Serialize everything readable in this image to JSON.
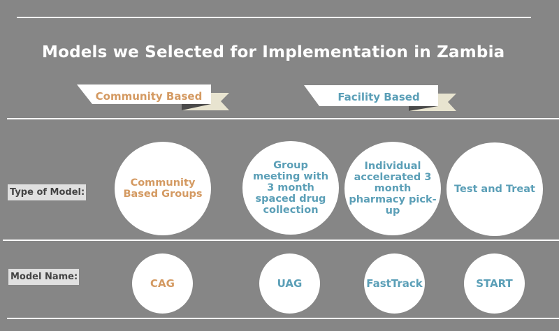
{
  "title": "Models we Selected for Implementation in Zambia",
  "colors": {
    "background": "#868686",
    "community": "#d49a62",
    "facility": "#5b9fb7",
    "ribbon_tail": "#e8e4d0",
    "ribbon_fold": "#4a4a4a"
  },
  "categories": {
    "community": "Community Based",
    "facility": "Facility Based"
  },
  "row_labels": {
    "type": "Type of Model:",
    "name": "Model Name:"
  },
  "types": [
    "Community Based Groups",
    "Group meeting with 3 month spaced drug collection",
    "Individual accelerated 3 month pharmacy pick-up",
    "Test and Treat"
  ],
  "names": [
    "CAG",
    "UAG",
    "FastTrack",
    "START"
  ]
}
